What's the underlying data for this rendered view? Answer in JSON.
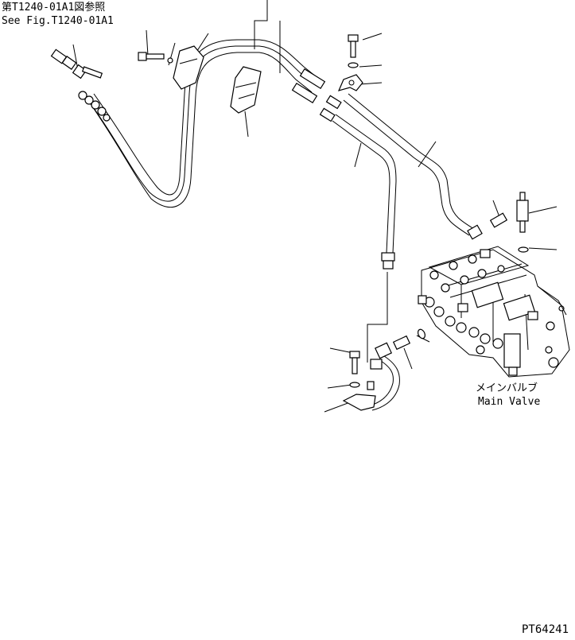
{
  "diagram": {
    "reference": {
      "japanese": "第T1240-01A1図参照",
      "english": "See Fig.T1240-01A1"
    },
    "component_label": {
      "japanese": "メインバルブ",
      "english": "Main Valve"
    },
    "figure_id": "PT64241"
  }
}
